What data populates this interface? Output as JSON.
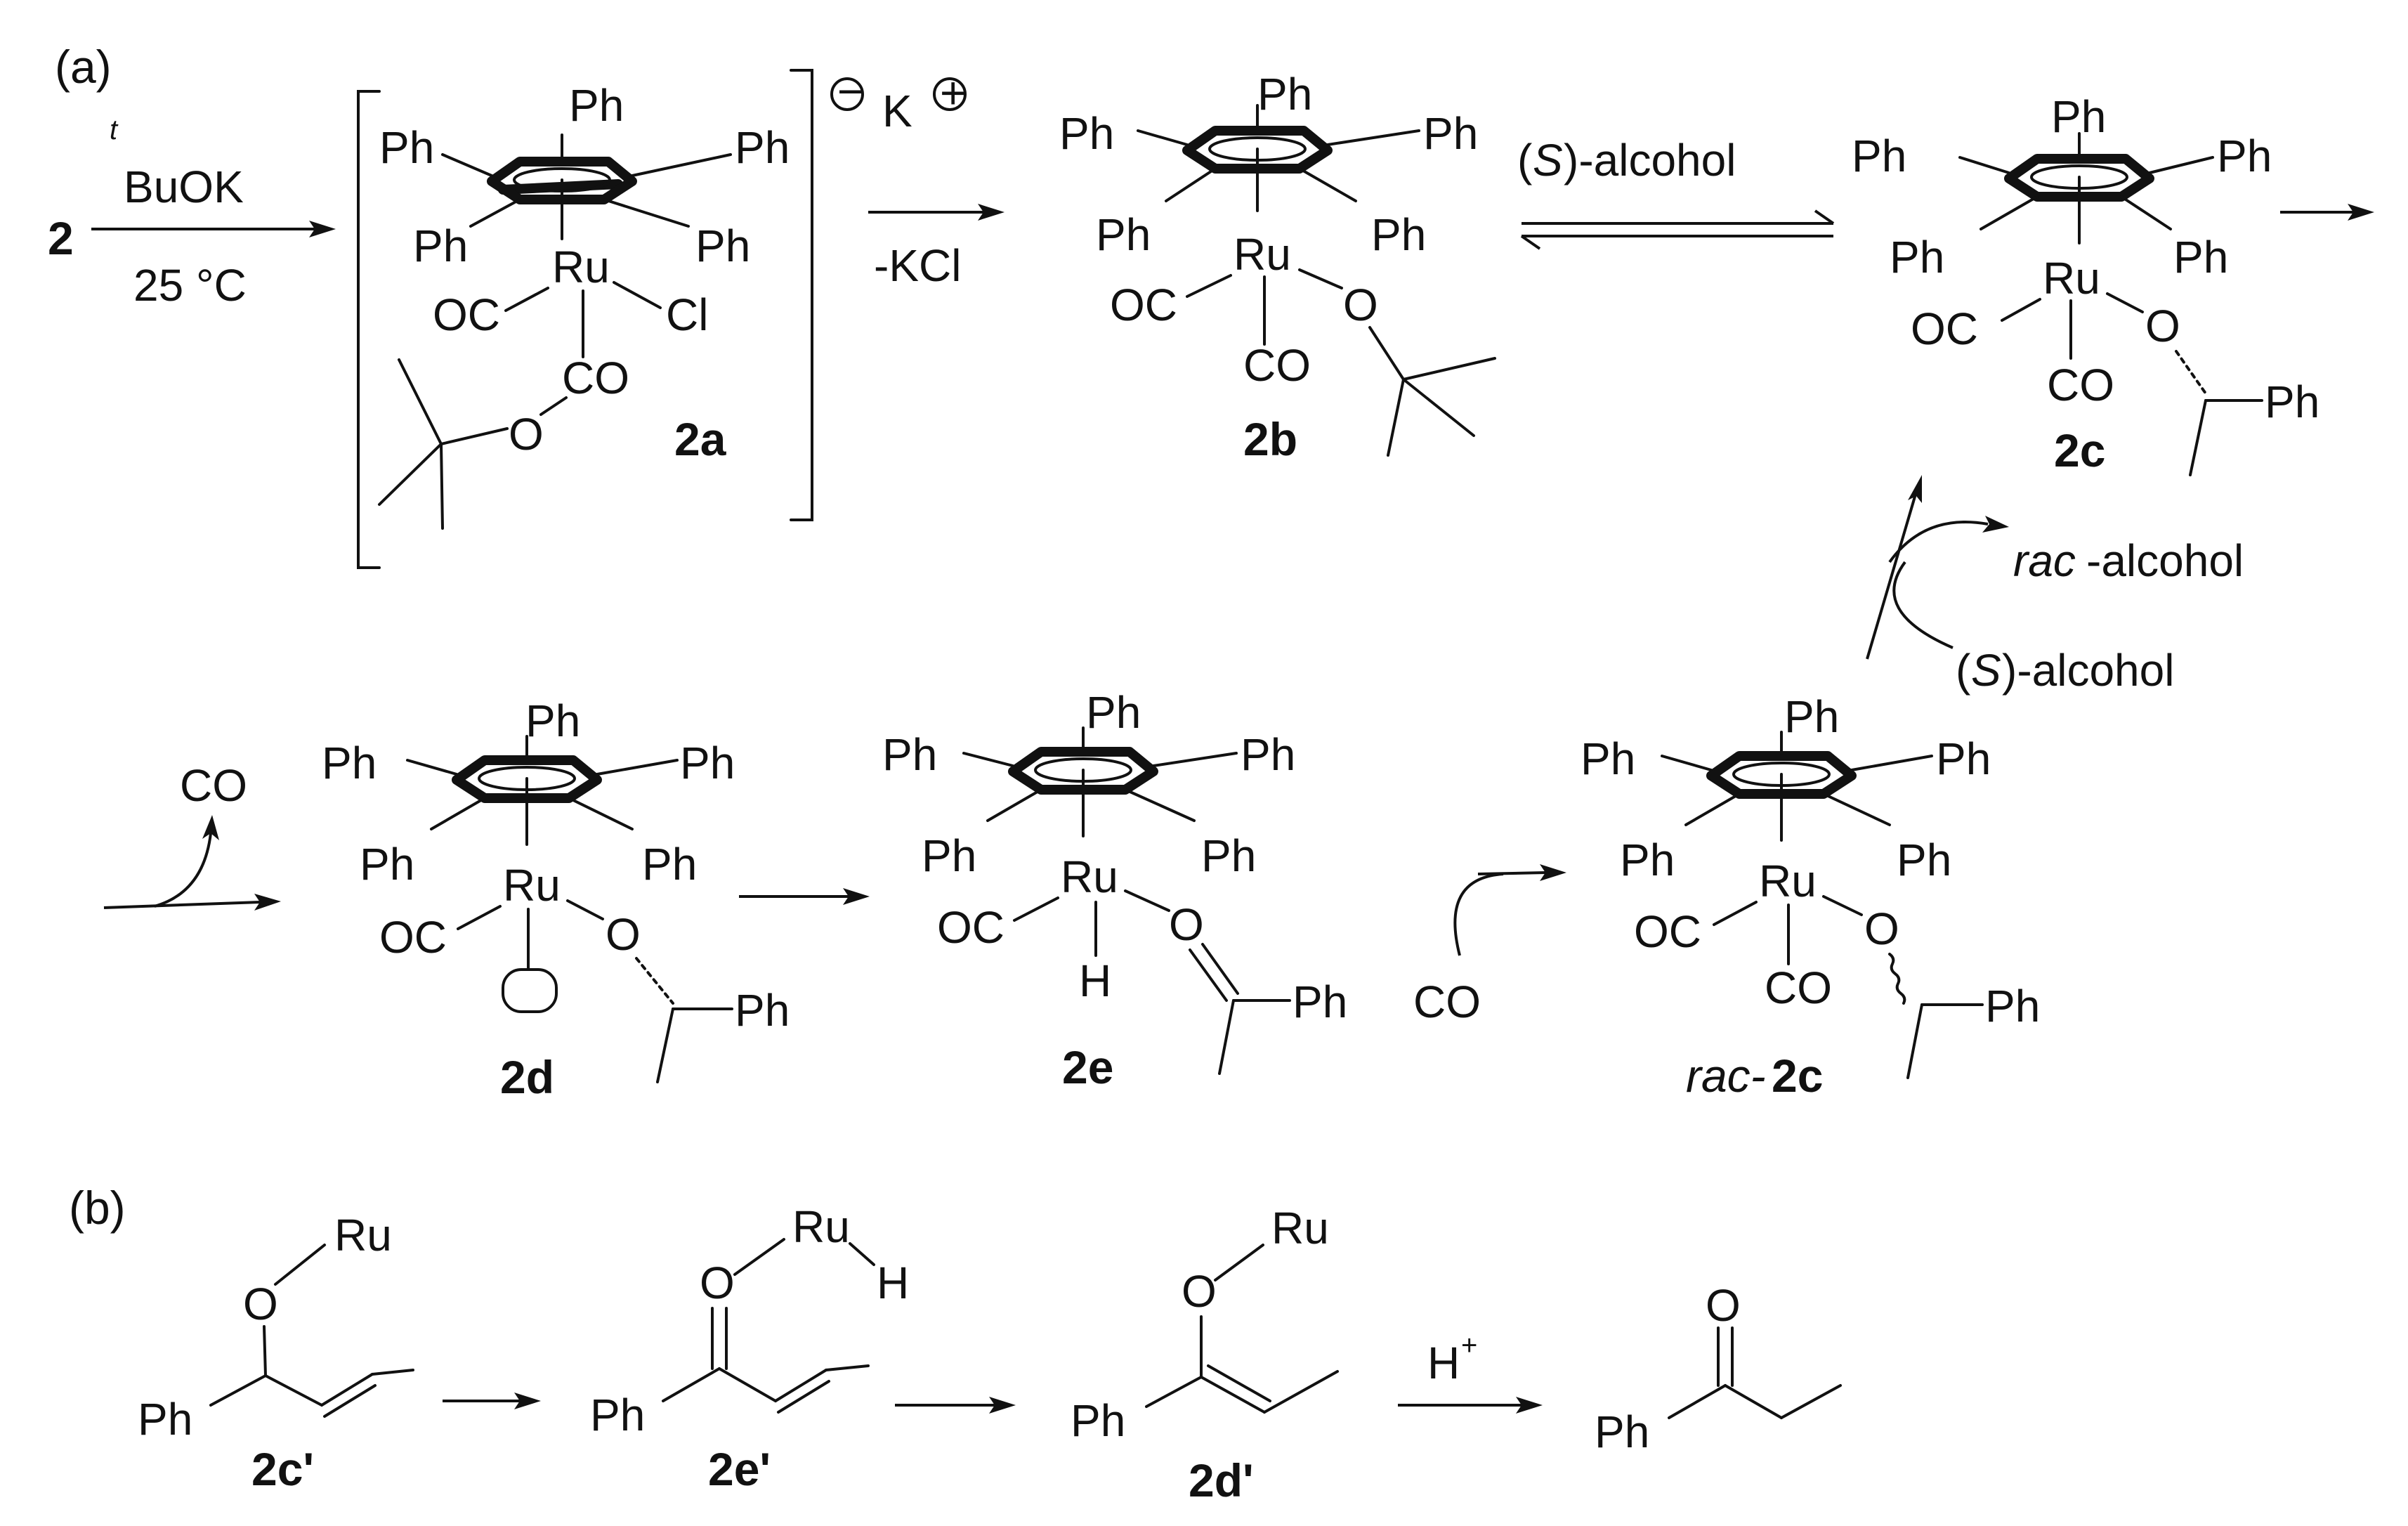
{
  "panels": {
    "a": "(a)",
    "b": "(b)"
  },
  "common": {
    "ph": "Ph",
    "ru": "Ru",
    "co": "CO",
    "oc": "OC",
    "o": "O",
    "h": "H",
    "cl": "Cl",
    "k": "K"
  },
  "reagents": {
    "start": "2",
    "tbuok_prefix": "t",
    "tbuok": "BuOK",
    "temp": "25 °C",
    "kcl": "-KCl",
    "s_alcohol_open": "(",
    "s_alcohol_s": "S",
    "s_alcohol_rest": ")-alcohol",
    "rac_alcohol_rac": "rac",
    "rac_alcohol_rest": "-alcohol",
    "co_out": "CO",
    "co_in": "CO",
    "h_plus": "H",
    "plus_sign": "+"
  },
  "compounds": {
    "c2a": "2a",
    "c2b": "2b",
    "c2c": "2c",
    "c2d": "2d",
    "c2e": "2e",
    "rac2c_prefix": "rac-",
    "rac2c_num": "2c",
    "c2cp": "2c'",
    "c2ep": "2e'",
    "c2dp": "2d'"
  },
  "charges": {
    "minus": "−",
    "plus": "+"
  }
}
